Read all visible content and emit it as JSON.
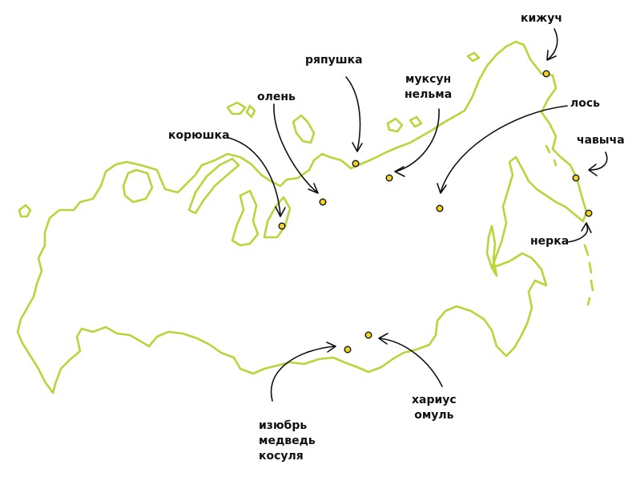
{
  "map": {
    "coast_color": "#b7d63a",
    "marker_color": "#f2d21a",
    "labels": {
      "korushka": "корюшка",
      "olen": "олень",
      "ryapushka": "ряпушка",
      "muksun_nelma": [
        "муксун",
        "нельма"
      ],
      "kizhuch": "кижуч",
      "los": "лось",
      "chavycha": "чавыча",
      "nerka": "нерка",
      "izubr_medved_kosulya": [
        "изюбрь",
        "медведь",
        "косуля"
      ],
      "harius_omul": [
        "хариус",
        "омуль"
      ]
    }
  }
}
